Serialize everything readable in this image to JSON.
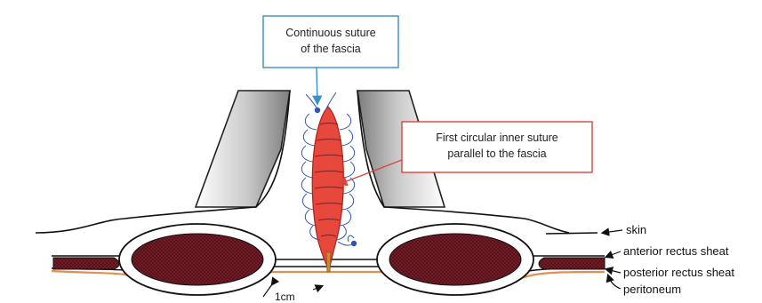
{
  "callouts": {
    "continuous_suture": [
      "Continuous suture",
      "of the fascia"
    ],
    "inner_suture": [
      "First circular inner suture",
      "parallel to the fascia"
    ]
  },
  "labels": {
    "skin": "skin",
    "anterior_rectus_sheath": "anterior rectus sheat",
    "posterior_rectus_sheath": "posterior rectus sheat",
    "peritoneum": "peritoneum",
    "distance": "1cm"
  },
  "colors": {
    "callout_blue_border": "#3a8fc7",
    "callout_red_border": "#d9453f",
    "muscle": "#7a1f28",
    "fascia_red": "#e8483c",
    "suture_blue": "#2f55b5",
    "peritoneum_orange": "#e0904d"
  }
}
